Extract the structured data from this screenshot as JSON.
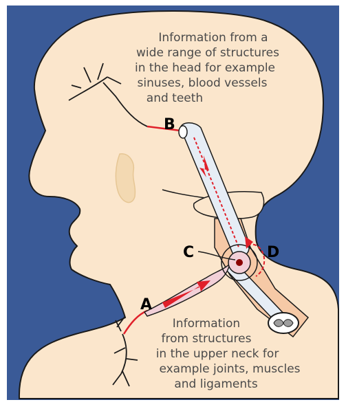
{
  "colors": {
    "background": "#3a5a97",
    "skin": "#fbe6cc",
    "outline": "#1a1a1a",
    "nerve": "#e0202a",
    "spine": "#f6c9a6",
    "letter_d": "#c8daf0"
  },
  "captions": {
    "top": [
      "Information from a",
      "wide range of structures",
      "in the head for example",
      "sinuses, blood vessels",
      "and teeth"
    ],
    "bottom": [
      "Information",
      "from structures",
      "in the upper neck for",
      "example joints, muscles",
      "and ligaments"
    ]
  },
  "labels": {
    "a": "A",
    "b": "B",
    "c": "C",
    "d": "D"
  }
}
